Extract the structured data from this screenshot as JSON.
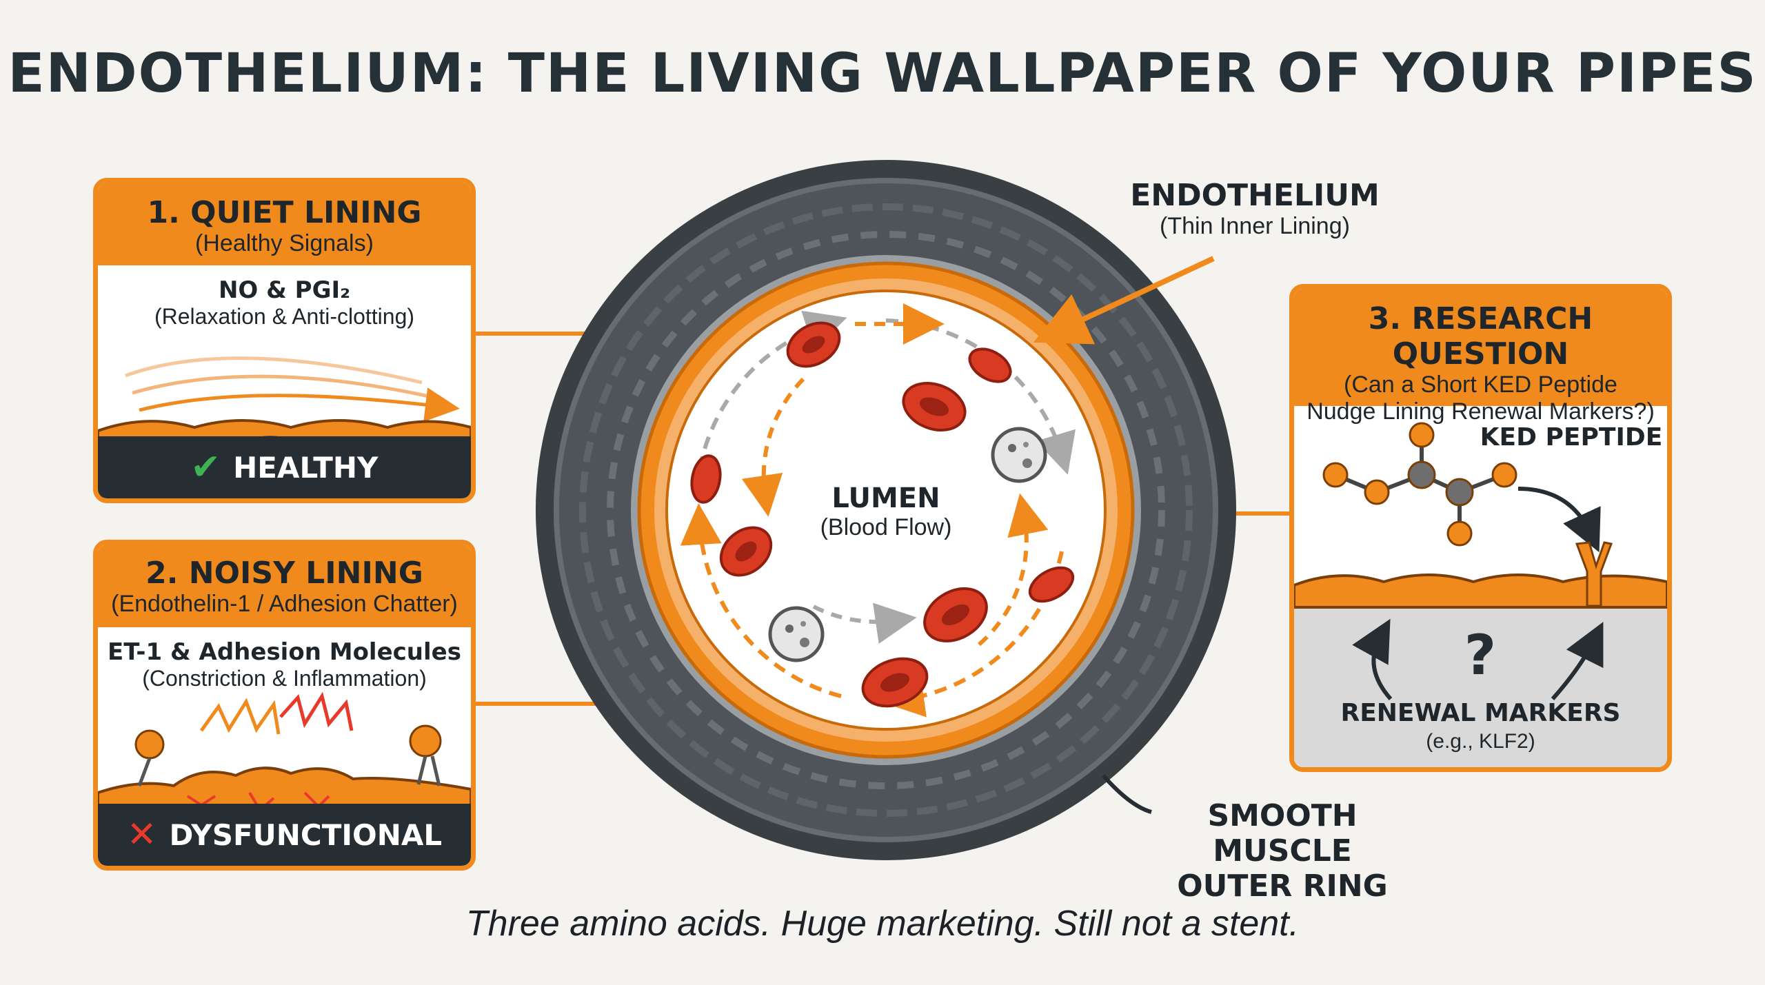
{
  "title": "ENDOTHELIUM: THE LIVING WALLPAPER OF YOUR PIPES",
  "panel1": {
    "title": "1. QUIET LINING",
    "subtitle": "(Healthy Signals)",
    "signal_title": "NO & PGI₂",
    "signal_sub": "(Relaxation & Anti-clotting)",
    "status": "HEALTHY"
  },
  "panel2": {
    "title": "2. NOISY LINING",
    "subtitle": "(Endothelin-1 / Adhesion Chatter)",
    "signal_title": "ET-1 & Adhesion Molecules",
    "signal_sub": "(Constriction & Inflammation)",
    "status": "DYSFUNCTIONAL"
  },
  "panel3": {
    "title": "3. RESEARCH QUESTION",
    "subtitle_line1": "(Can a Short KED Peptide",
    "subtitle_line2": "Nudge Lining Renewal Markers?)",
    "peptide_label": "KED PEPTIDE",
    "question_mark": "?",
    "markers_title": "RENEWAL MARKERS",
    "markers_sub": "(e.g., KLF2)"
  },
  "vessel": {
    "endothelium_title": "ENDOTHELIUM",
    "endothelium_sub": "(Thin Inner Lining)",
    "lumen_title": "LUMEN",
    "lumen_sub": "(Blood Flow)",
    "muscle_line1": "SMOOTH MUSCLE",
    "muscle_line2": "OUTER RING"
  },
  "caption": "Three amino acids. Huge marketing. Still not a stent.",
  "colors": {
    "accent": "#f08a1c",
    "dark": "#262e33",
    "rbc": "#d93a22",
    "healthy": "#3fb34f",
    "danger": "#e8392b"
  }
}
